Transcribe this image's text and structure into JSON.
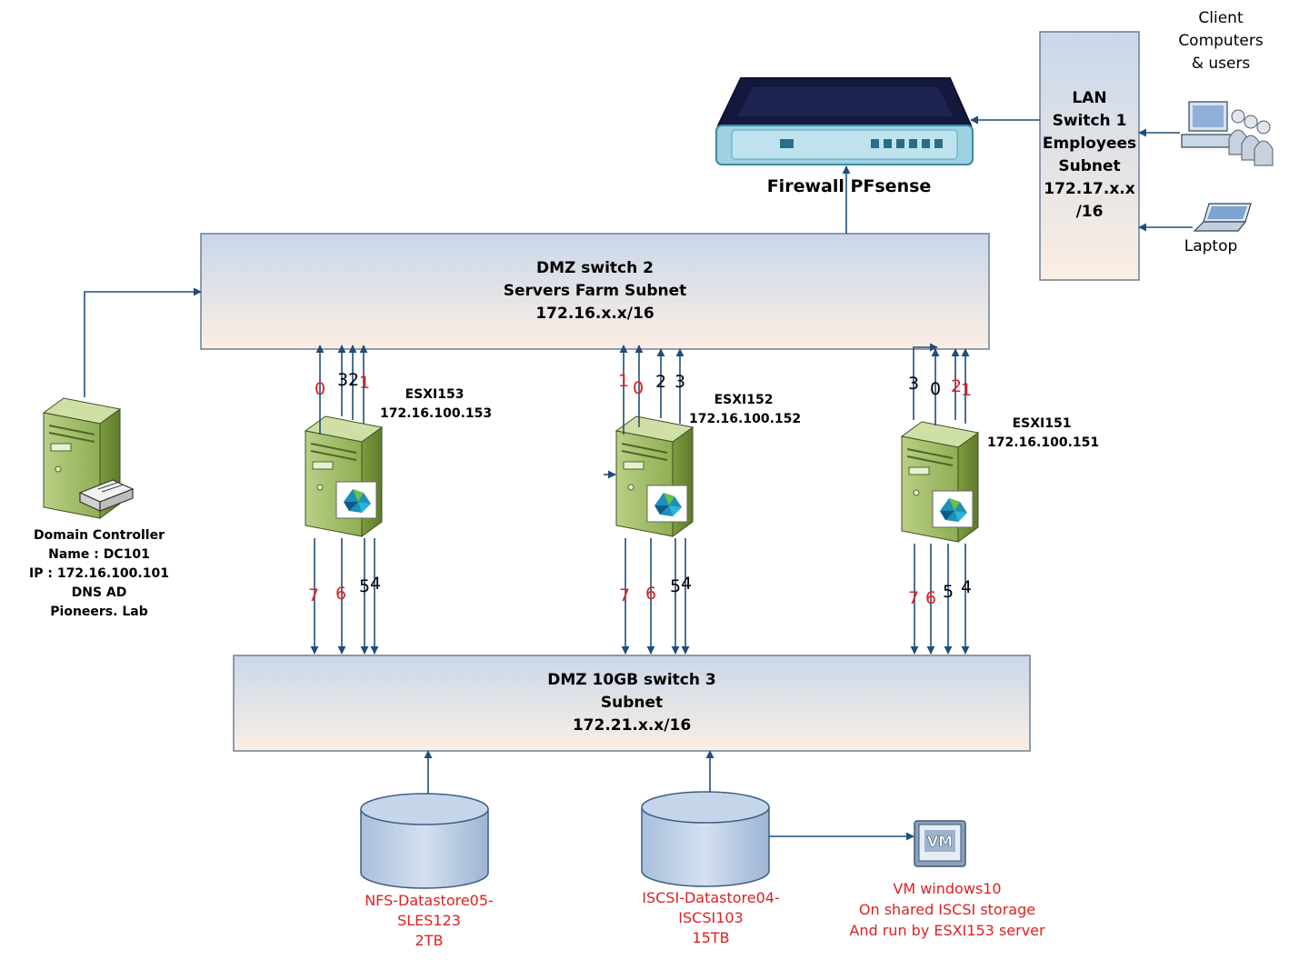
{
  "firewall": {
    "label": "Firewall  PFsense"
  },
  "lan_switch": {
    "lines": [
      "LAN",
      "Switch 1",
      "Employees",
      "Subnet",
      "172.17.x.x",
      "/16"
    ]
  },
  "clients": {
    "lines": [
      "Client",
      "Computers",
      "& users"
    ]
  },
  "laptop": {
    "label": "Laptop"
  },
  "dmz_switch2": {
    "lines": [
      "DMZ  switch  2",
      "Servers Farm  Subnet",
      "172.16.x.x/16"
    ]
  },
  "dmz_switch3": {
    "lines": [
      "DMZ  10GB  switch  3",
      "Subnet",
      "172.21.x.x/16"
    ]
  },
  "domain_controller": {
    "lines": [
      "Domain Controller",
      "Name : DC101",
      "IP : 172.16.100.101",
      "DNS AD",
      "Pioneers. Lab"
    ]
  },
  "esxi": [
    {
      "lines": [
        "ESXI153",
        "172.16.100.153"
      ],
      "top_ports": [
        "0",
        "3",
        "2",
        "1"
      ],
      "bottom_ports": [
        "7",
        "6",
        "5",
        "4"
      ]
    },
    {
      "lines": [
        "ESXI152",
        "172.16.100.152"
      ],
      "top_ports": [
        "1",
        "0",
        "2",
        "3"
      ],
      "bottom_ports": [
        "7",
        "6",
        "5",
        "4"
      ]
    },
    {
      "lines": [
        "ESXI151",
        "172.16.100.151"
      ],
      "top_ports": [
        "3",
        "0",
        "2",
        "1"
      ],
      "bottom_ports": [
        "7",
        "6",
        "5",
        "4"
      ]
    }
  ],
  "datastores": [
    {
      "lines": [
        "NFS-Datastore05-",
        "SLES123",
        "2TB"
      ]
    },
    {
      "lines": [
        "ISCSI-Datastore04-",
        "ISCSI103",
        "15TB"
      ]
    }
  ],
  "vm": {
    "icon_text": "VM",
    "lines": [
      "VM windows10",
      "On shared  ISCSI storage",
      "And run by  ESXI153 server"
    ]
  },
  "colors": {
    "line": "#1f4e79",
    "red_text": "#e02020",
    "switch_top": "#c9d7ea",
    "switch_bottom": "#fbeee3"
  }
}
